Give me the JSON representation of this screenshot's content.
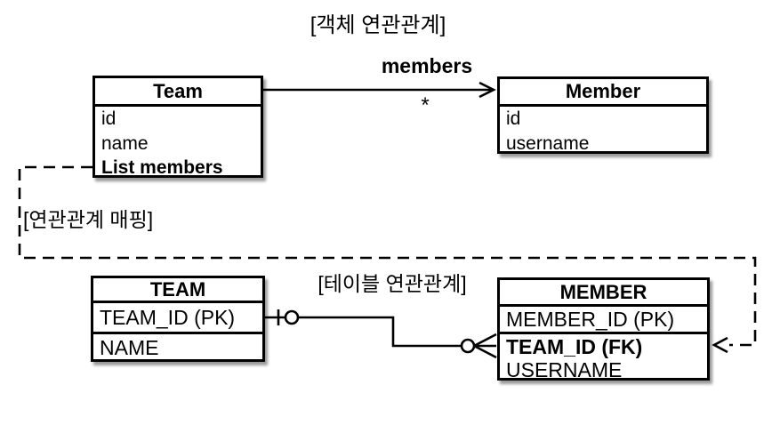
{
  "labels": {
    "object_section": "[객체 연관관계]",
    "mapping_section": "[연관관계 매핑]",
    "table_section": "[테이블 연관관계]",
    "association_name": "members",
    "association_multiplicity": "*"
  },
  "object_diagram": {
    "team": {
      "title": "Team",
      "fields": [
        "id",
        "name",
        "List members"
      ]
    },
    "member": {
      "title": "Member",
      "fields": [
        "id",
        "username"
      ]
    }
  },
  "table_diagram": {
    "team": {
      "title": "TEAM",
      "columns": [
        "TEAM_ID (PK)",
        "NAME"
      ]
    },
    "member": {
      "title": "MEMBER",
      "columns": [
        "MEMBER_ID (PK)",
        "TEAM_ID (FK)",
        "USERNAME"
      ]
    }
  },
  "colors": {
    "line": "#000000",
    "background": "#ffffff",
    "box_fill": "#ffffff"
  }
}
